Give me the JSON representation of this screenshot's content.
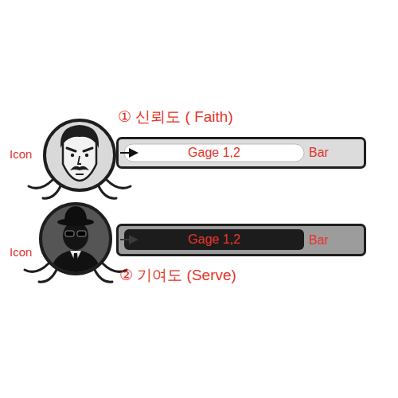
{
  "diagram": {
    "nodes": [
      {
        "text": [
          "Bar"
        ]
      },
      {
        "text": [
          "Gage 1,2"
        ],
        "in": 0
      },
      {
        "text": [
          "Bar"
        ]
      },
      {
        "text": [
          "Gage 1,2"
        ],
        "in": 2
      }
    ],
    "labels": [
      "① 신뢰도 ( Faith)",
      "Icon",
      "Icon",
      "② 기여도 (Serve)"
    ]
  }
}
